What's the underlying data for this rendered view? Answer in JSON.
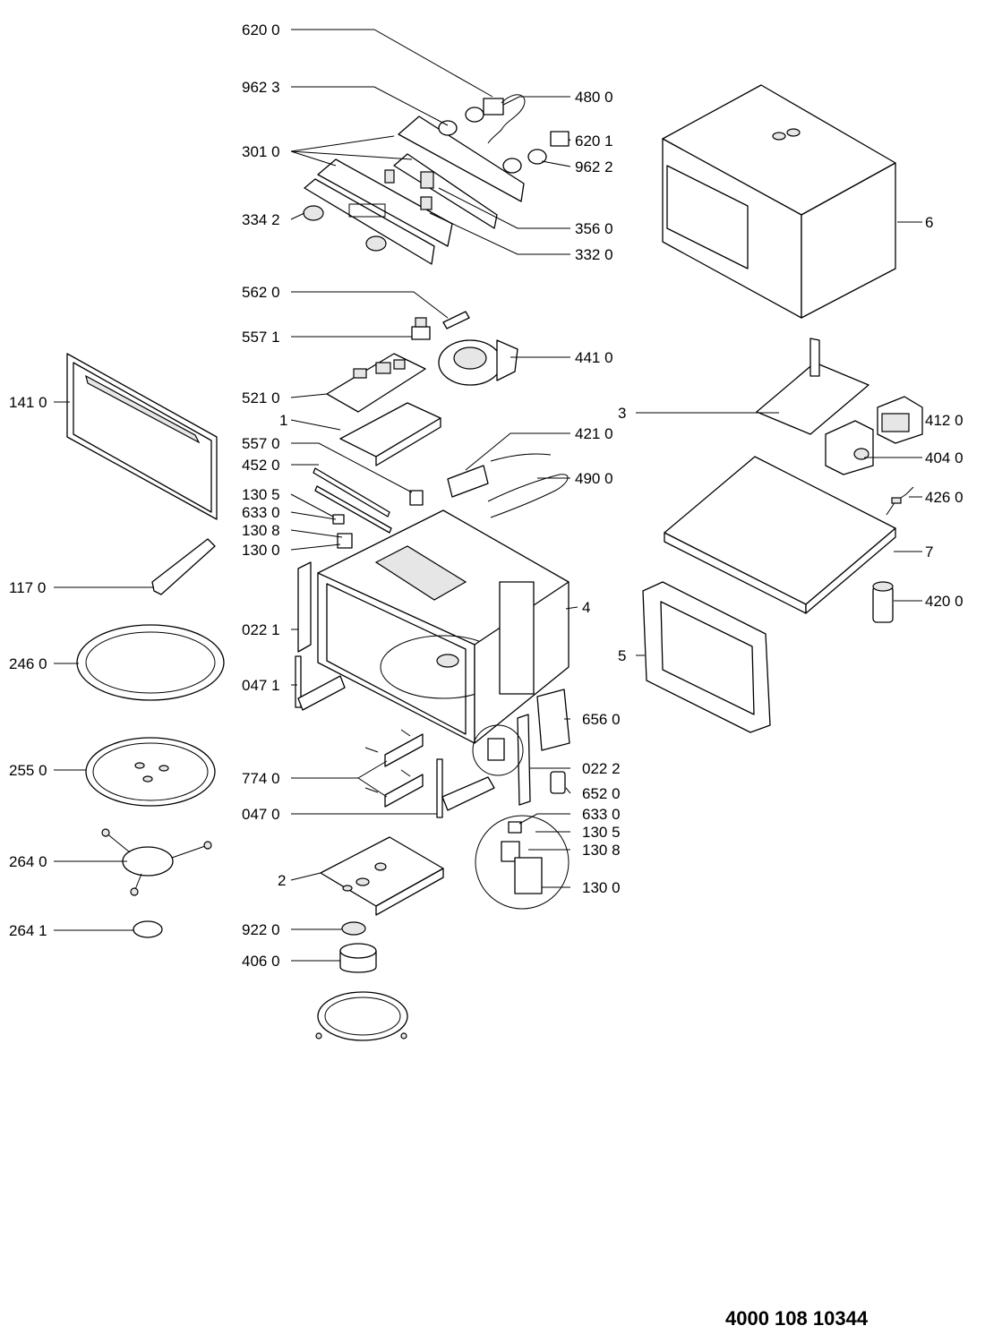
{
  "document_number": "4000 108 10344",
  "callouts": {
    "c6200": "620 0",
    "c9623": "962 3",
    "c4800": "480 0",
    "c6201": "620 1",
    "c3010": "301 0",
    "c9622": "962 2",
    "c3342": "334 2",
    "c3560": "356 0",
    "c3320": "332 0",
    "c6": "6",
    "c5620": "562 0",
    "c5571": "557 1",
    "c4410": "441 0",
    "c1410": "141 0",
    "c5210": "521 0",
    "c1": "1",
    "c3": "3",
    "c4120": "412 0",
    "c5570": "557 0",
    "c4210": "421 0",
    "c4040": "404 0",
    "c4520": "452 0",
    "c4900": "490 0",
    "c1305a": "130 5",
    "c4260": "426 0",
    "c6330a": "633 0",
    "c1308a": "130 8",
    "c1300a": "130 0",
    "c7": "7",
    "c1170": "117 0",
    "c4": "4",
    "c4200": "420 0",
    "c0221": "022 1",
    "c5": "5",
    "c2460": "246 0",
    "c0471": "047 1",
    "c6560": "656 0",
    "c2550": "255 0",
    "c0222": "022 2",
    "c7740": "774 0",
    "c6520": "652 0",
    "c0470": "047 0",
    "c6330b": "633 0",
    "c1305b": "130 5",
    "c2640": "264 0",
    "c1308b": "130 8",
    "c2": "2",
    "c1300b": "130 0",
    "c2641": "264 1",
    "c9220": "922 0",
    "c4060": "406 0"
  }
}
